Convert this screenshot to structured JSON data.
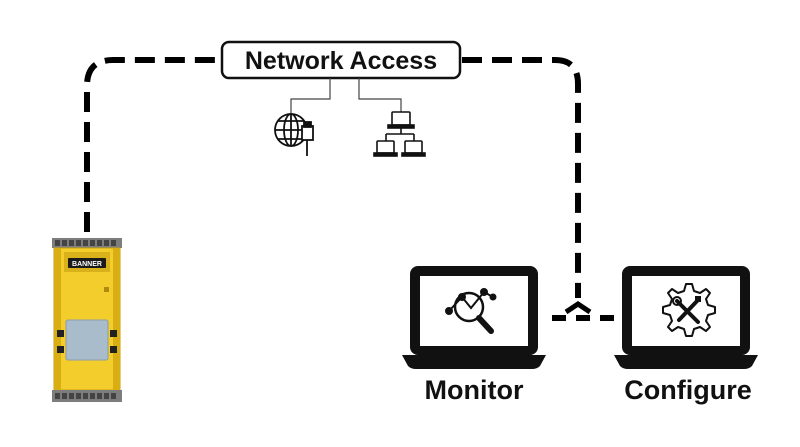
{
  "diagram": {
    "network_label": "Network Access",
    "device_brand": "BANNER",
    "monitor_label": "Monitor",
    "configure_label": "Configure",
    "colors": {
      "device_yellow": "#f2cd2c",
      "device_shade": "#d8ae12",
      "device_window": "#a9bccb",
      "ink": "#111111",
      "line": "#000000"
    },
    "icons": {
      "network_left": "globe-ethernet-plug-icon",
      "network_right": "computer-network-icon",
      "monitor_screen": "chart-magnifier-icon",
      "configure_screen": "gear-tools-icon"
    }
  }
}
